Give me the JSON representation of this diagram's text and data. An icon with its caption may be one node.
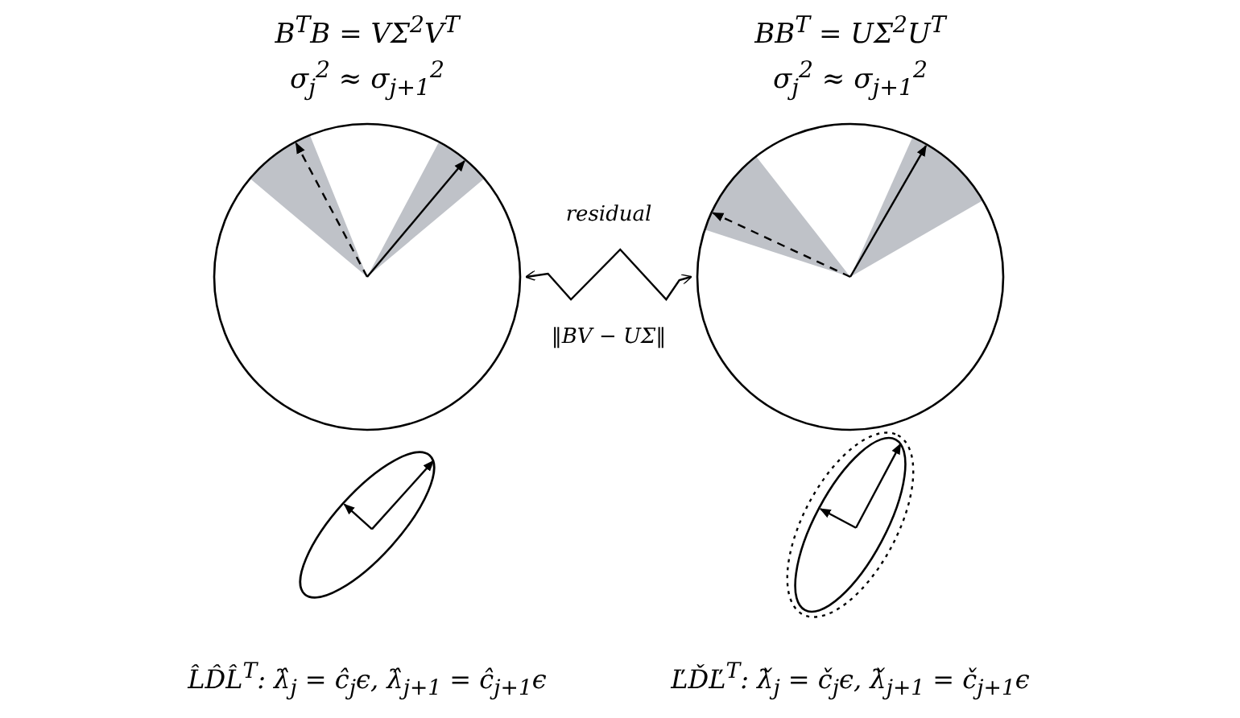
{
  "diagram": {
    "nodes": [
      {
        "text": [
          "B$^{T}$B = VΣ$^{2}$V$^{T}$",
          "σ$_{j}$$^{2}$ ≈ σ$_{j+1}$$^{2}$"
        ]
      },
      {
        "text": [
          "BB$^{T}$ = UΣ$^{2}$U$^{T}$",
          "σ$_{j}$$^{2}$ ≈ σ$_{j+1}$$^{2}$"
        ]
      },
      {
        "text": [
          "L̂D̂L̂$^{T}$:  λ̂$_{j}$ = ĉ$_{j}$ϵ,  λ̂$_{j+1}$ = ĉ$_{j+1}$ϵ"
        ]
      },
      {
        "text": [
          "ĽĎĽ$^{T}$:  λ̌$_{j}$ = č$_{j}$ϵ,  λ̌$_{j+1}$ = č$_{j+1}$ϵ"
        ]
      }
    ],
    "edges": [
      {
        "from": 0,
        "to": 1,
        "arrow": "both",
        "label": "residual"
      }
    ],
    "labels": [
      "‖BV − UΣ‖"
    ]
  }
}
